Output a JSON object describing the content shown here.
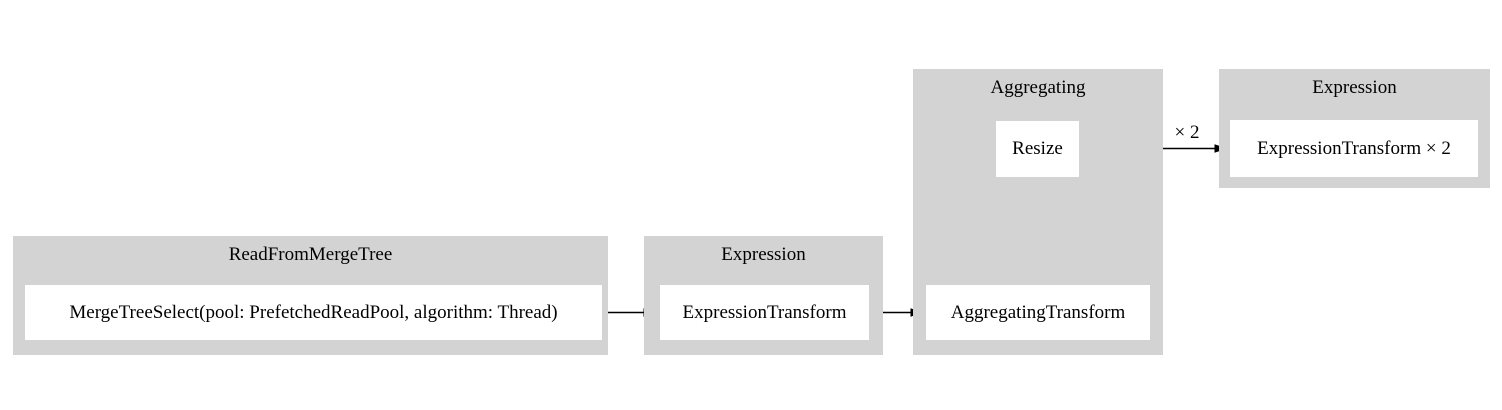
{
  "diagram": {
    "type": "query-pipeline-graph",
    "colors": {
      "background": "#ffffff",
      "cluster_fill": "#d3d3d3",
      "node_fill": "#ffffff",
      "edge_color": "#000000",
      "text_color": "#000000"
    },
    "clusters": [
      {
        "id": "readfrommergetree",
        "label": "ReadFromMergeTree",
        "nodes": [
          {
            "id": "mergetreeselect",
            "label": "MergeTreeSelect(pool: PrefetchedReadPool, algorithm: Thread)"
          }
        ]
      },
      {
        "id": "expression-1",
        "label": "Expression",
        "nodes": [
          {
            "id": "expressiontransform",
            "label": "ExpressionTransform"
          }
        ]
      },
      {
        "id": "aggregating",
        "label": "Aggregating",
        "nodes": [
          {
            "id": "resize",
            "label": "Resize"
          },
          {
            "id": "aggregatingtransform",
            "label": "AggregatingTransform"
          }
        ]
      },
      {
        "id": "expression-2",
        "label": "Expression",
        "nodes": [
          {
            "id": "expressiontransform-x2",
            "label": "ExpressionTransform × 2"
          }
        ]
      }
    ],
    "edges": [
      {
        "from": "mergetreeselect",
        "to": "expressiontransform",
        "label": ""
      },
      {
        "from": "expressiontransform",
        "to": "aggregatingtransform",
        "label": ""
      },
      {
        "from": "aggregatingtransform",
        "to": "resize",
        "label": ""
      },
      {
        "from": "resize",
        "to": "expressiontransform-x2",
        "label": "× 2"
      }
    ]
  }
}
